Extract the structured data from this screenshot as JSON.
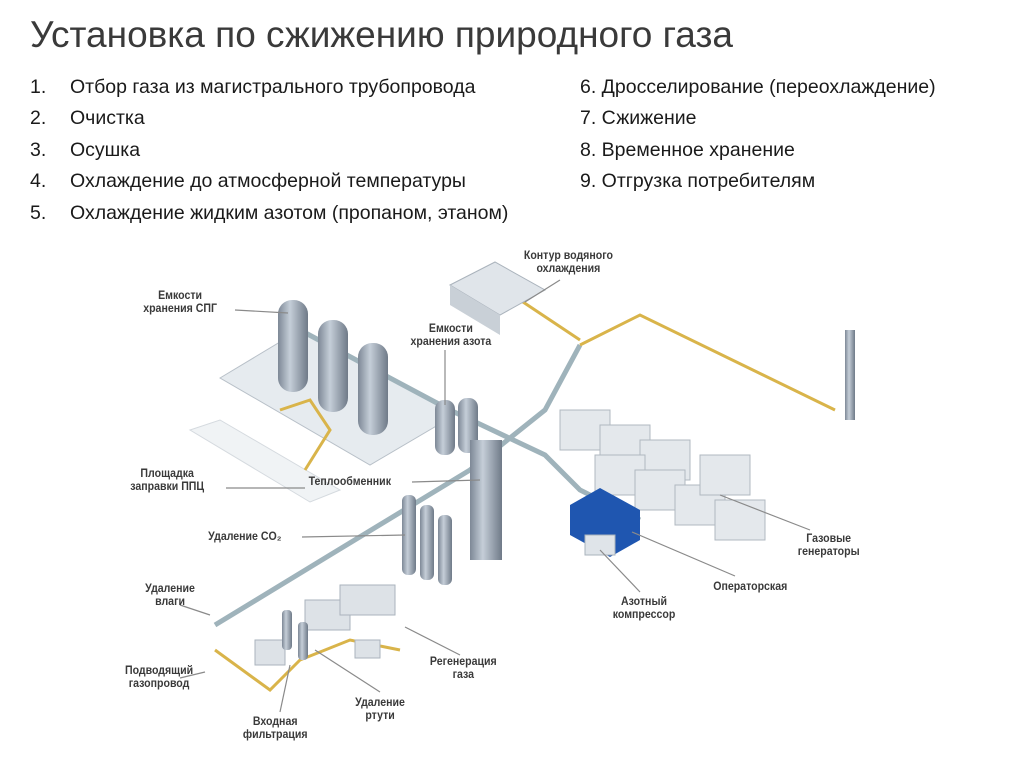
{
  "title": "Установка по сжижению природного газа",
  "steps_left": [
    {
      "num": "1.",
      "text": "Отбор газа из магистрального трубопровода"
    },
    {
      "num": "2.",
      "text": "Очистка"
    },
    {
      "num": "3.",
      "text": "Осушка"
    },
    {
      "num": "4.",
      "text": "Охлаждение до атмосферной температуры"
    },
    {
      "num": "5.",
      "text": "Охлаждение жидким азотом (пропаном, этаном)"
    }
  ],
  "steps_right": [
    "6. Дросселирование (переохлаждение)",
    "7. Сжижение",
    "8. Временное хранение",
    "9. Отгрузка потребителям"
  ],
  "diagram_labels": {
    "lng_tanks": [
      "Емкости",
      "хранения СПГ"
    ],
    "water_cooling": [
      "Контур водяного",
      "охлаждения"
    ],
    "nitrogen_tanks": [
      "Емкости",
      "хранения азота"
    ],
    "loading_pad": [
      "Площадка",
      "заправки ППЦ"
    ],
    "heat_exchanger": "Теплообменник",
    "co2_removal": "Удаление CO₂",
    "moisture_removal": [
      "Удаление",
      "влаги"
    ],
    "inlet_pipeline": [
      "Подводящий",
      "газопровод"
    ],
    "inlet_filtration": [
      "Входная",
      "фильтрация"
    ],
    "mercury_removal": [
      "Удаление",
      "ртути"
    ],
    "gas_regeneration": [
      "Регенерация",
      "газа"
    ],
    "nitrogen_compressor": [
      "Азотный",
      "компрессор"
    ],
    "control_room": "Операторская",
    "gas_generators": [
      "Газовые",
      "генераторы"
    ]
  },
  "colors": {
    "pipe_yellow": "#d9b44a",
    "tank_gray": "#9aa6b4",
    "operator_blue": "#1f56b0"
  }
}
